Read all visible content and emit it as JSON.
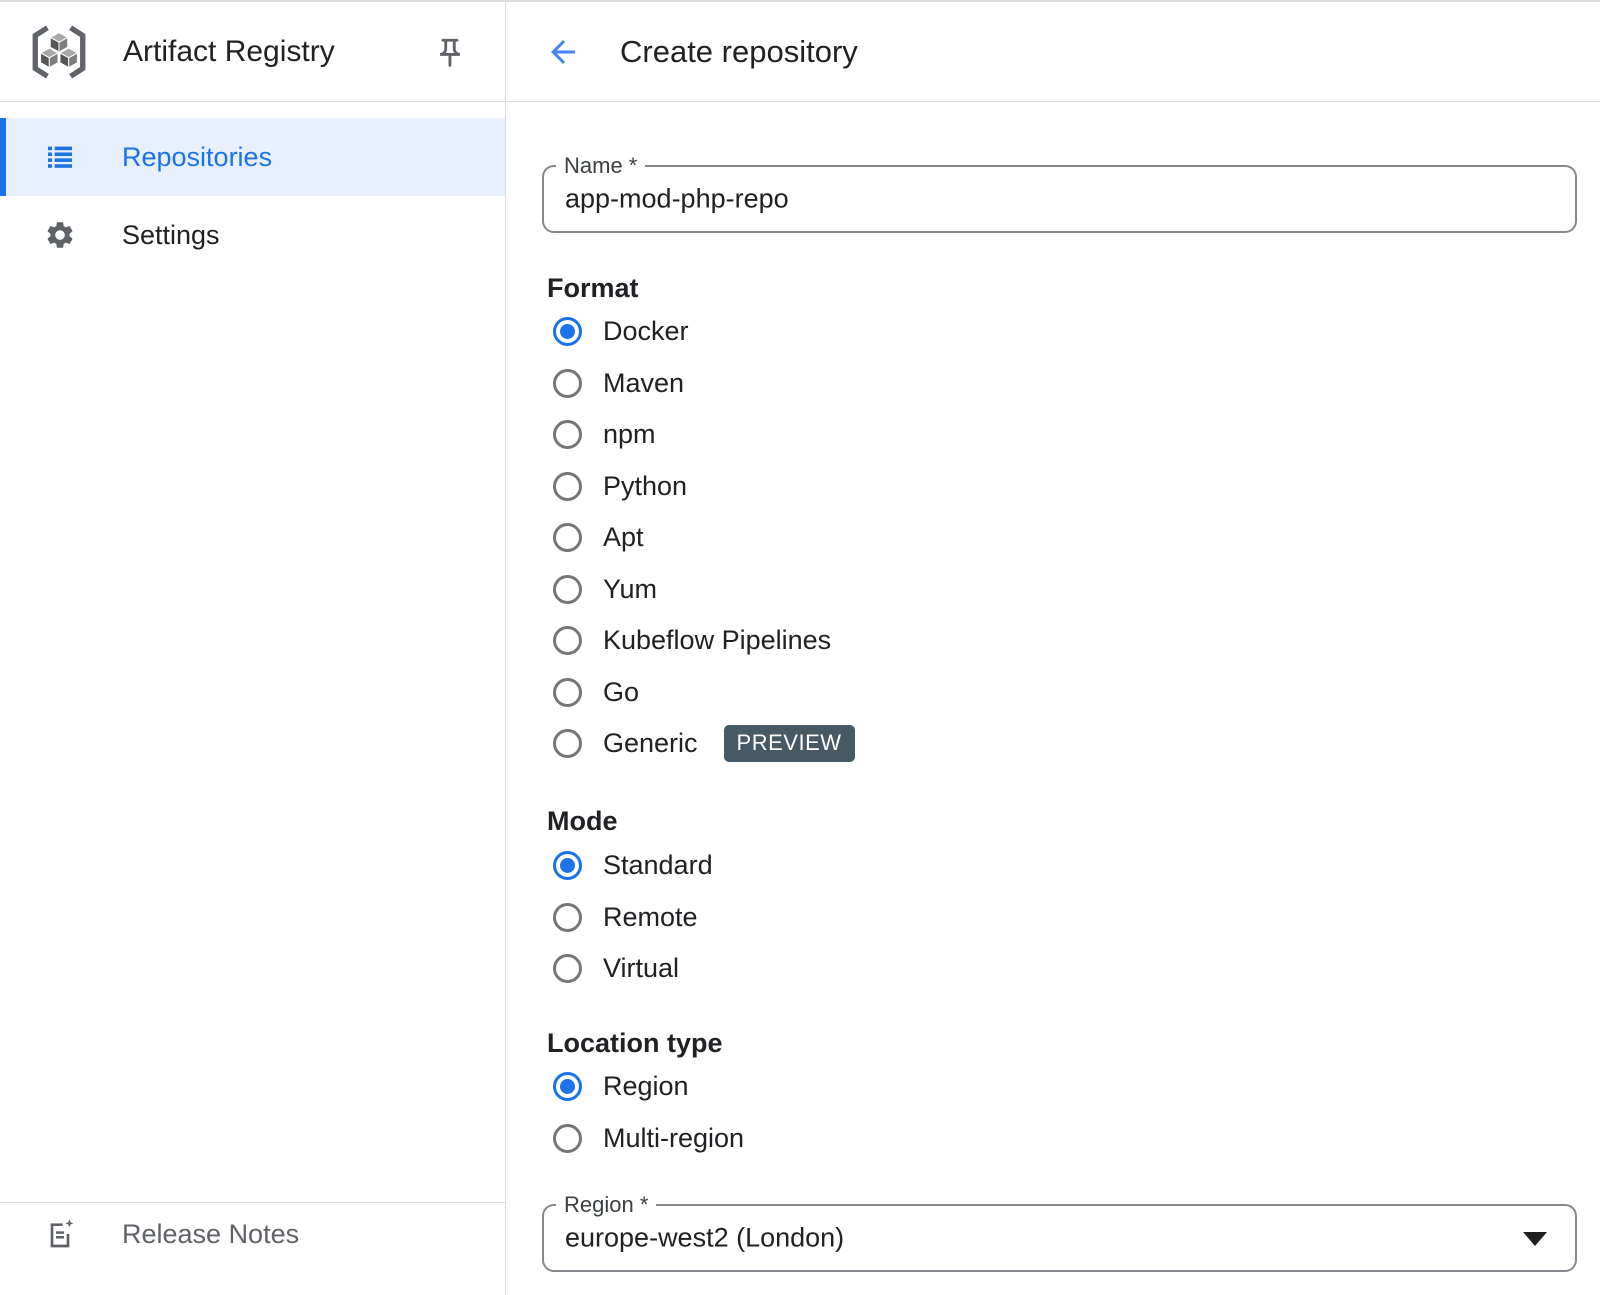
{
  "sidebar": {
    "title": "Artifact Registry",
    "items": [
      {
        "label": "Repositories",
        "selected": true,
        "icon": "list-icon"
      },
      {
        "label": "Settings",
        "selected": false,
        "icon": "gear-icon"
      }
    ],
    "footer_item": {
      "label": "Release Notes",
      "icon": "release-notes-icon"
    },
    "pin_icon": "pin-icon",
    "logo_icon": "artifact-registry-logo"
  },
  "header": {
    "title": "Create repository",
    "back_icon": "back-arrow-icon"
  },
  "form": {
    "name_field": {
      "label": "Name *",
      "value": "app-mod-php-repo"
    },
    "format": {
      "label": "Format",
      "options": [
        {
          "label": "Docker",
          "selected": true
        },
        {
          "label": "Maven",
          "selected": false
        },
        {
          "label": "npm",
          "selected": false
        },
        {
          "label": "Python",
          "selected": false
        },
        {
          "label": "Apt",
          "selected": false
        },
        {
          "label": "Yum",
          "selected": false
        },
        {
          "label": "Kubeflow Pipelines",
          "selected": false
        },
        {
          "label": "Go",
          "selected": false
        },
        {
          "label": "Generic",
          "selected": false,
          "badge": "PREVIEW"
        }
      ]
    },
    "mode": {
      "label": "Mode",
      "options": [
        {
          "label": "Standard",
          "selected": true
        },
        {
          "label": "Remote",
          "selected": false
        },
        {
          "label": "Virtual",
          "selected": false
        }
      ]
    },
    "location_type": {
      "label": "Location type",
      "options": [
        {
          "label": "Region",
          "selected": true
        },
        {
          "label": "Multi-region",
          "selected": false
        }
      ]
    },
    "region_field": {
      "label": "Region *",
      "value": "europe-west2 (London)",
      "dropdown_icon": "dropdown-caret-icon"
    }
  },
  "colors": {
    "accent": "#1a73e8",
    "selected_item_bg": "#e8f0fe",
    "badge_bg": "#455a64",
    "divider": "#dadce0",
    "field_border": "#85898e",
    "text": "#202124",
    "muted_text": "#5f6368",
    "radio_unselected": "#747775"
  }
}
